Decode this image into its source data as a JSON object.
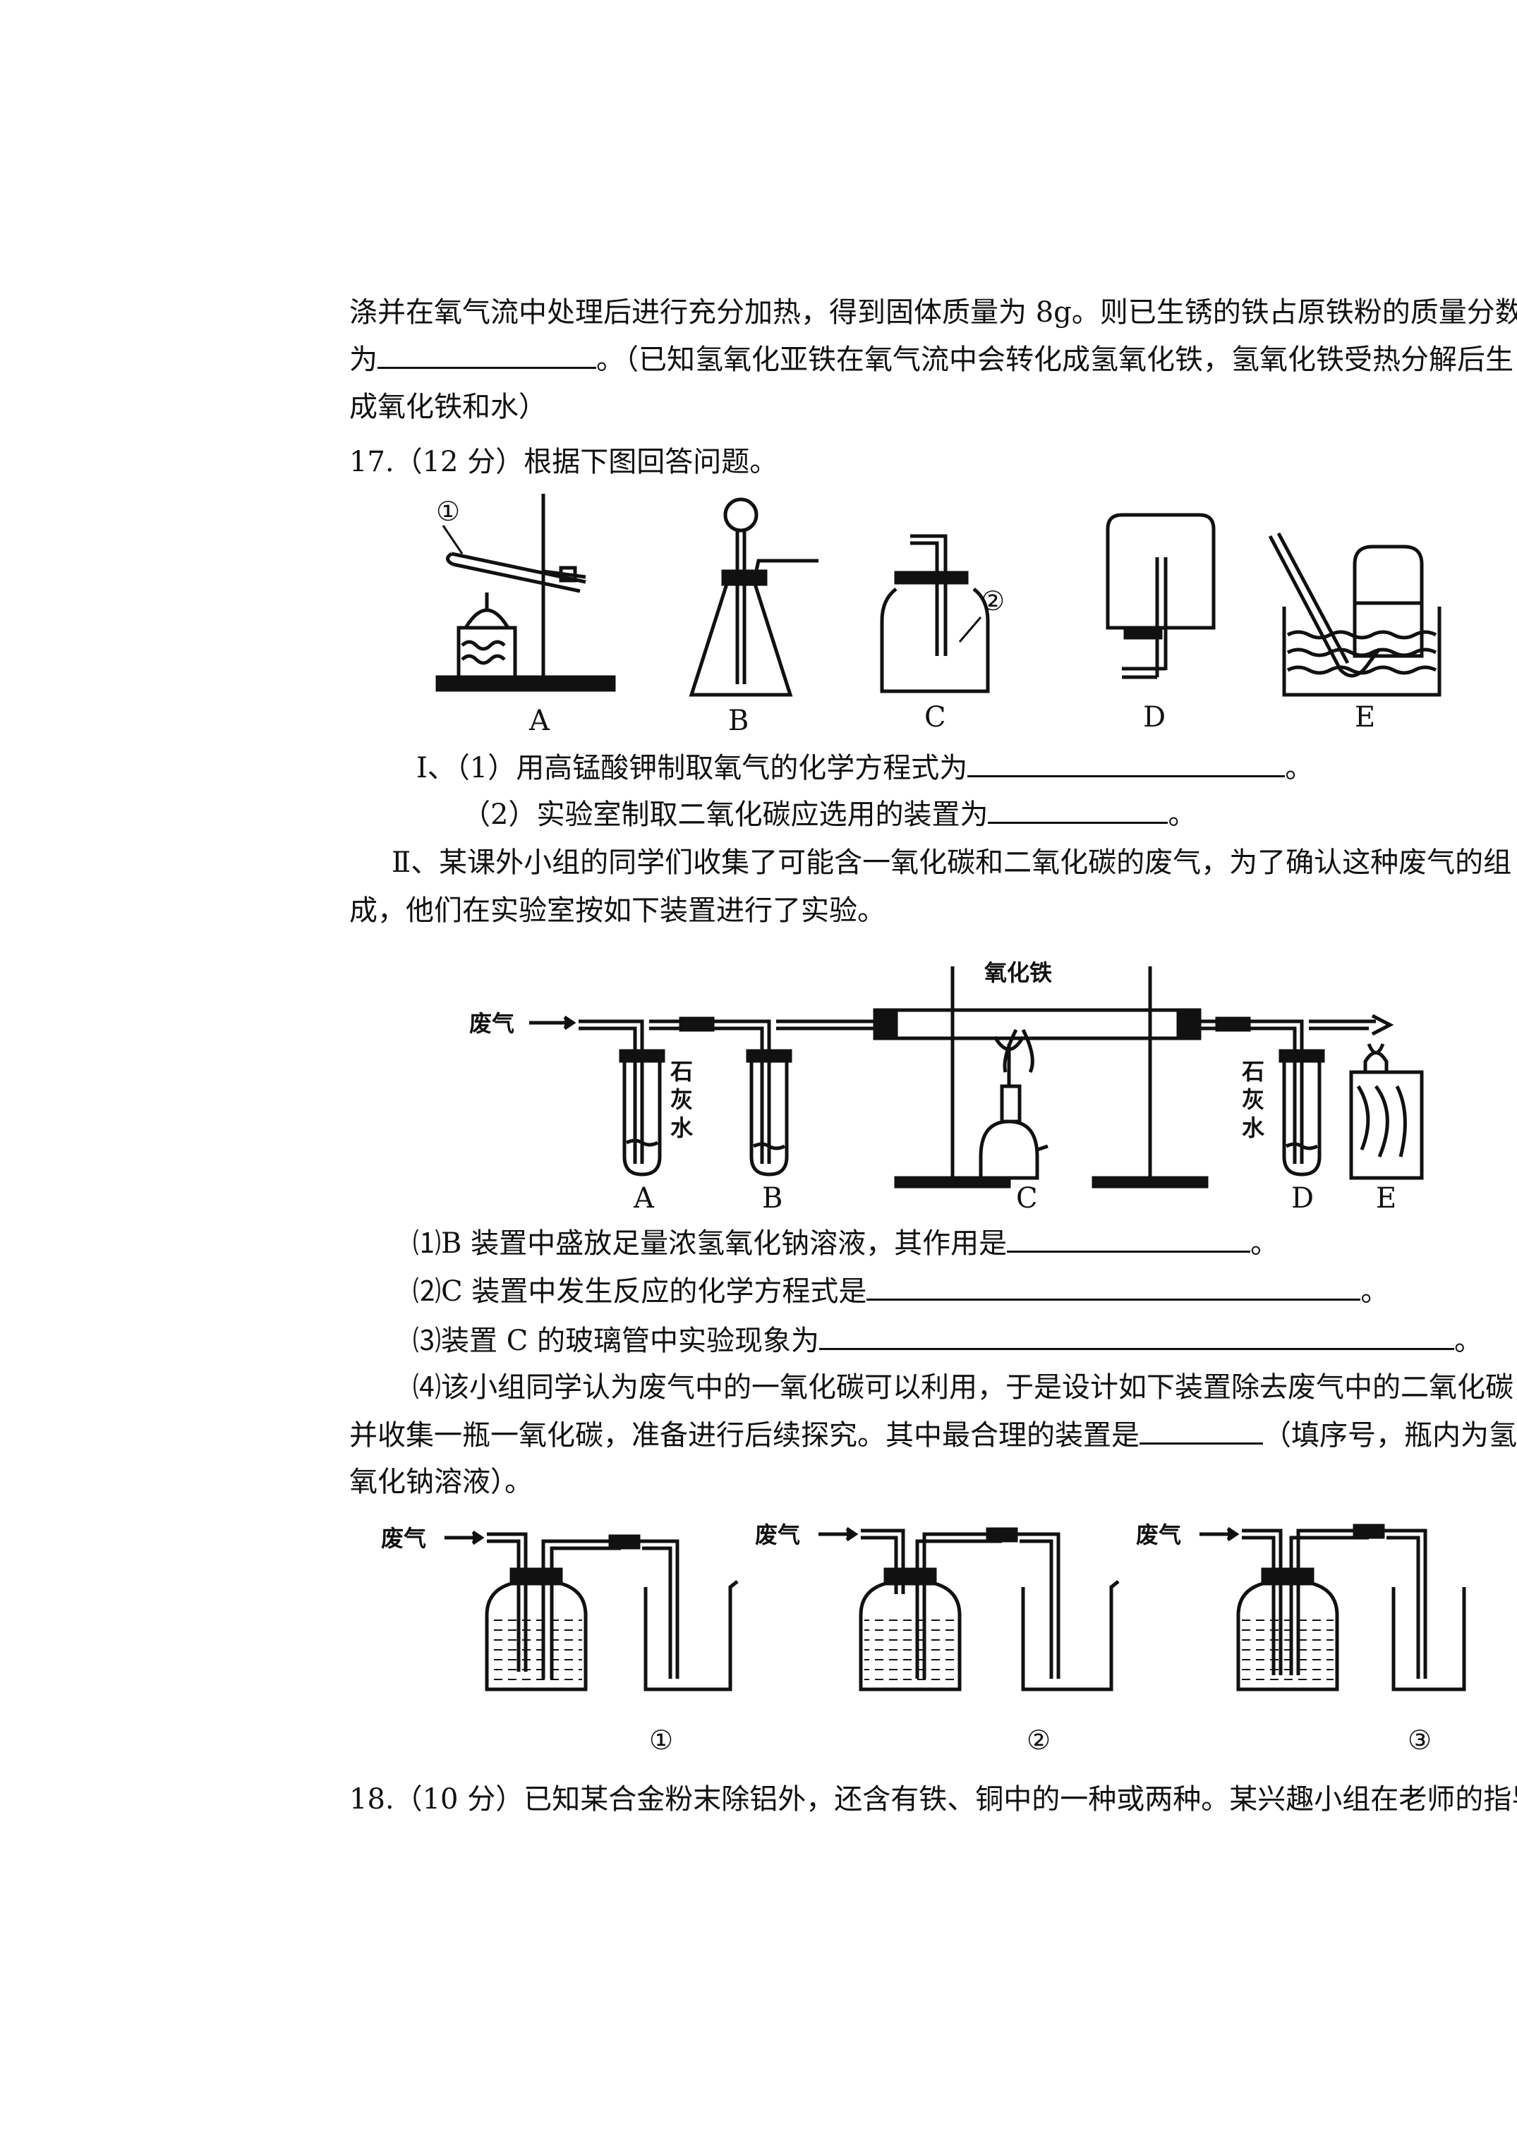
{
  "q16_continuation": {
    "line1": "涤并在氧气流中处理后进行充分加热，得到固体质量为 8g。则已生锈的铁占原铁粉的质量分数",
    "line2_prefix": "为",
    "line2_suffix": "。（已知氢氧化亚铁在氧气流中会转化成氢氧化铁，氢氧化铁受热分解后生",
    "line3": "成氧化铁和水）"
  },
  "q17": {
    "header": "17.（12 分）根据下图回答问题。",
    "figure1": {
      "labels": [
        "A",
        "B",
        "C",
        "D",
        "E"
      ],
      "marker1": "①",
      "marker2": "②"
    },
    "part1_q1": "Ⅰ、（1）用高锰酸钾制取氧气的化学方程式为",
    "part1_q1_end": "。",
    "part1_q2": "（2）实验室制取二氧化碳应选用的装置为",
    "part1_q2_end": "。",
    "part2_line1": "Ⅱ、某课外小组的同学们收集了可能含一氧化碳和二氧化碳的废气，为了确认这种废气的组",
    "part2_line2": "成，他们在实验室按如下装置进行了实验。",
    "figure2": {
      "waste_gas": "废气",
      "limewater": [
        "石",
        "灰",
        "水"
      ],
      "iron_oxide": "氧化铁",
      "labels": [
        "A",
        "B",
        "C",
        "D",
        "E"
      ]
    },
    "sub1": "⑴B 装置中盛放足量浓氢氧化钠溶液，其作用是",
    "sub1_end": "。",
    "sub2": "⑵C 装置中发生反应的化学方程式是",
    "sub2_end": "。",
    "sub3": "⑶装置 C 的玻璃管中实验现象为",
    "sub3_end": "。",
    "sub4_line1": "⑷该小组同学认为废气中的一氧化碳可以利用，于是设计如下装置除去废气中的二氧化碳，",
    "sub4_line2_prefix": "并收集一瓶一氧化碳，准备进行后续探究。其中最合理的装置是",
    "sub4_line2_suffix": "（填序号，瓶内为氢",
    "sub4_line3": "氧化钠溶液）。",
    "figure3": {
      "waste_gas": "废气",
      "labels": [
        "①",
        "②",
        "③"
      ]
    }
  },
  "q18": {
    "line1": "18.（10 分）已知某合金粉末除铝外，还含有铁、铜中的一种或两种。某兴趣小组在老师的指导"
  }
}
